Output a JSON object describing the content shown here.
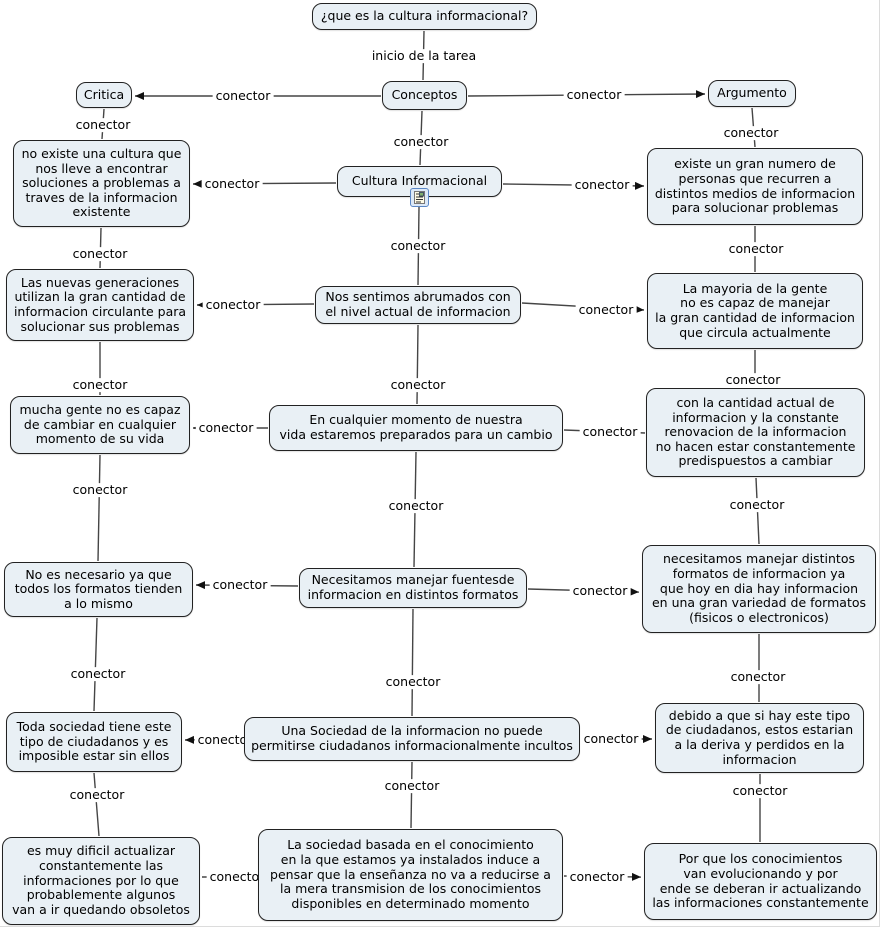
{
  "title": "Concept map: cultura informacional",
  "nodes": {
    "question": "¿que es la cultura informacional?",
    "conceptos": "Conceptos",
    "critica": "Critica",
    "argumento": "Argumento",
    "cultura": "Cultura Informacional",
    "left": [
      "no existe una cultura que\nnos lleve a encontrar\nsoluciones a problemas a\ntraves de la informacion\nexistente",
      "Las nuevas generaciones\nutilizan la gran cantidad de\ninformacion circulante para\nsolucionar sus problemas",
      "mucha gente no es capaz\nde cambiar en cualquier\nmomento de su vida",
      "No es necesario ya que\ntodos los formatos tienden\na lo mismo",
      "Toda sociedad tiene este\ntipo de ciudadanos y es\nimposible estar sin ellos",
      "es muy dificil actualizar\nconstantemente las\ninformaciones por lo que\nprobablemente algunos\nvan a ir quedando obsoletos"
    ],
    "center": [
      "Nos sentimos abrumados con\nel nivel actual de informacion",
      "En cualquier momento de nuestra\nvida estaremos preparados para un cambio",
      "Necesitamos manejar fuentesde\ninformacion en distintos formatos",
      "Una Sociedad de la informacion no puede\npermitirse ciudadanos informacionalmente incultos",
      "La sociedad basada en el conocimiento\nen la que estamos ya instalados induce a\npensar que la enseñanza no va a reducirse a\nla mera transmision de los conocimientos\ndisponibles en determinado momento"
    ],
    "right": [
      "existe un gran numero de\npersonas que recurren a\ndistintos medios de informacion\npara solucionar problemas",
      "La mayoria de la gente\nno es capaz de manejar\nla gran cantidad de informacion\nque circula actualmente",
      "con la cantidad actual de\ninformacion y la constante\nrenovacion de la informacion\nno hacen estar constantemente\npredispuestos a cambiar",
      "necesitamos manejar distintos\nformatos de informacion ya\nque hoy en dia hay informacion\nen una gran variedad de formatos\n(fisicos o electronicos)",
      "debido a que si hay este tipo\nde ciudadanos, estos estarian\na la deriva y perdidos en la\ninformacion",
      "Por que los conocimientos\nvan evolucionando y por\nende se deberan ir actualizando\nlas informaciones constantemente"
    ]
  },
  "links": {
    "inicio": "inicio de la tarea",
    "conector": "conector"
  },
  "icons": {
    "resource": "document-resource-icon"
  },
  "colors": {
    "node_fill": "#e9f0f5",
    "node_border": "#222222",
    "line": "#454545",
    "arrow": "#111111"
  }
}
